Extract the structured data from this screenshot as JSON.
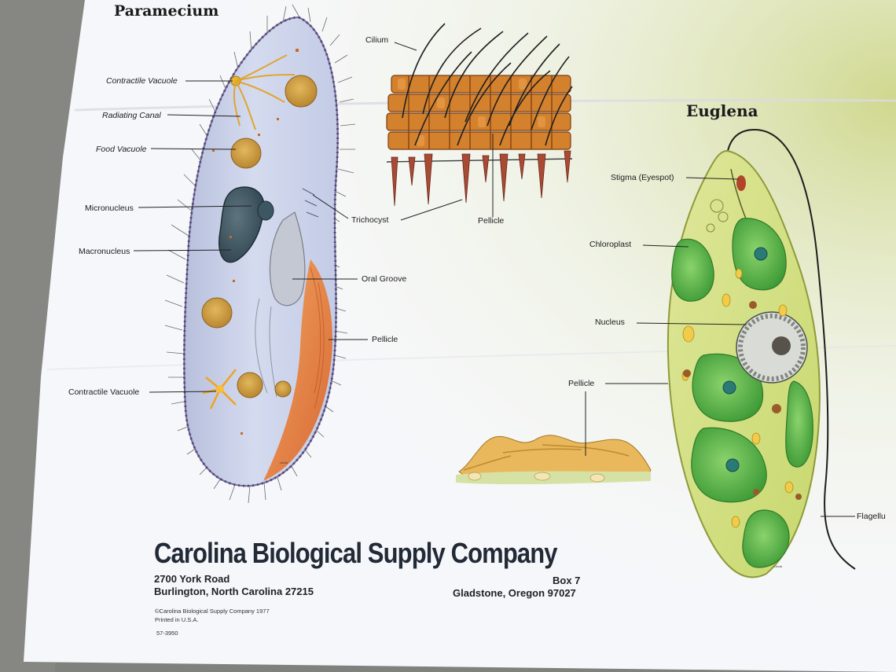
{
  "poster": {
    "paramecium": {
      "title": "Paramecium",
      "labels": {
        "cilium": "Cilium",
        "contractile_vacuole_top": "Contractile Vacuole",
        "radiating_canal": "Radiating Canal",
        "food_vacuole": "Food Vacuole",
        "micronucleus": "Micronucleus",
        "macronucleus": "Macronucleus",
        "trichocyst": "Trichocyst",
        "pellicle_detail": "Pellicle",
        "oral_groove": "Oral Groove",
        "pellicle": "Pellicle",
        "contractile_vacuole_bottom": "Contractile Vacuole"
      }
    },
    "euglena": {
      "title": "Euglena",
      "labels": {
        "stigma": "Stigma (Eyespot)",
        "chloroplast": "Chloroplast",
        "nucleus": "Nucleus",
        "pellicle": "Pellicle",
        "flagellum": "Flagellu"
      }
    },
    "footer": {
      "company": "Carolina Biological Supply Company",
      "address_left_1": "2700 York Road",
      "address_left_2": "Burlington, North Carolina 27215",
      "address_right_1": "Box 7",
      "address_right_2": "Gladstone, Oregon 97027",
      "copyright": "©Carolina Biological Supply Company 1977",
      "printed": "Printed in U.S.A.",
      "catalog": "57-3950"
    },
    "colors": {
      "paper": "#f6f7fb",
      "background_surface": "#7d7f7c",
      "paramecium_body": "#c9d2ea",
      "paramecium_groove": "#e9893c",
      "euglena_body": "#d8e48a",
      "chloroplast": "#5cb843",
      "cilia_detail": "#c9702a"
    },
    "icons": [
      "paramecium-illustration",
      "cilia-pellicle-illustration",
      "euglena-illustration",
      "pellicle-strip-illustration"
    ]
  }
}
